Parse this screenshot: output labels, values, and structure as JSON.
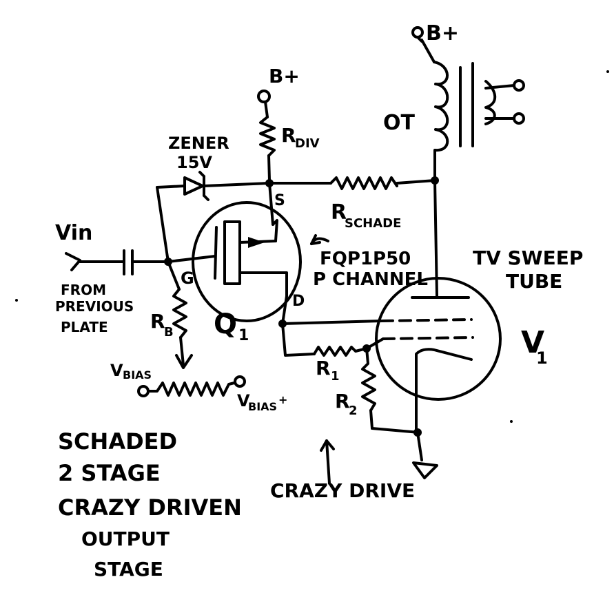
{
  "labels": {
    "bplus_top": "B+",
    "bplus_mid": "B+",
    "ot": "OT",
    "zener": "ZENER",
    "zener_v": "15V",
    "rdiv": "R",
    "rdiv_sub": "DIV",
    "s": "S",
    "g": "G",
    "d": "D",
    "rschade": "R",
    "rschade_sub": "SCHADE",
    "vin": "Vin",
    "from1": "FROM",
    "from2": "PREVIOUS",
    "from3": "PLATE",
    "rb": "R",
    "rb_sub": "B",
    "q": "Q",
    "q_sub": "1",
    "fqp1": "FQP1P50",
    "fqp2": "P CHANNEL",
    "tv1": "TV SWEEP",
    "tv2": "TUBE",
    "v": "V",
    "v_sub": "1",
    "r1": "R",
    "r1_sub": "1",
    "r2": "R",
    "r2_sub": "2",
    "vbias": "V",
    "vbias_sub": "BIAS",
    "vbias2": "V",
    "vbias2_sub": "BIAS",
    "vbias2_mark": "+",
    "crazy_drive": "CRAZY DRIVE",
    "title1": "SCHADED",
    "title2": "2 STAGE",
    "title3": "CRAZY DRIVEN",
    "title4": "OUTPUT",
    "title5": "STAGE"
  }
}
